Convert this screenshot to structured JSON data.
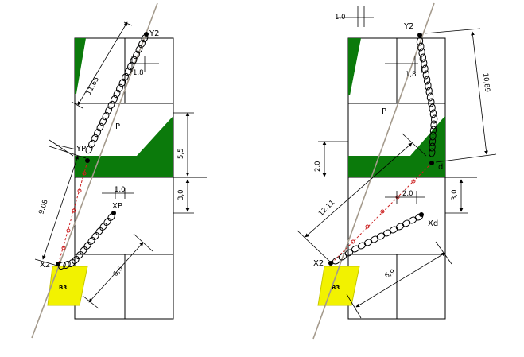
{
  "palette": {
    "green": "#0b7a0b",
    "yellow": "#f2f200",
    "red": "#cc2020",
    "guide": "#a49a8c",
    "ink": "#000000"
  },
  "left": {
    "labels": {
      "y2": "Y2",
      "yp": "YP",
      "p": "P",
      "xp": "XP",
      "x2": "X2",
      "b3": "B3"
    },
    "dimensions": {
      "diag_long": "11,65",
      "gap_top": "1,8",
      "height_5": "5,5",
      "gap_mid": "1,0",
      "height_3": "3,0",
      "diag_lower": "9,08",
      "diag_short": "6,6"
    }
  },
  "right": {
    "labels": {
      "y2": "Y2",
      "p": "P",
      "yd": "d",
      "xd": "Xd",
      "x2": "X2",
      "b3": "B3"
    },
    "dimensions": {
      "gap_top": "1,0",
      "gap_inner": "1,8",
      "diag_long": "10,89",
      "height_2": "2,0",
      "gap_mid": "2,0",
      "height_3": "3,0",
      "diag_lower": "12,11",
      "diag_short": "6,9"
    }
  }
}
